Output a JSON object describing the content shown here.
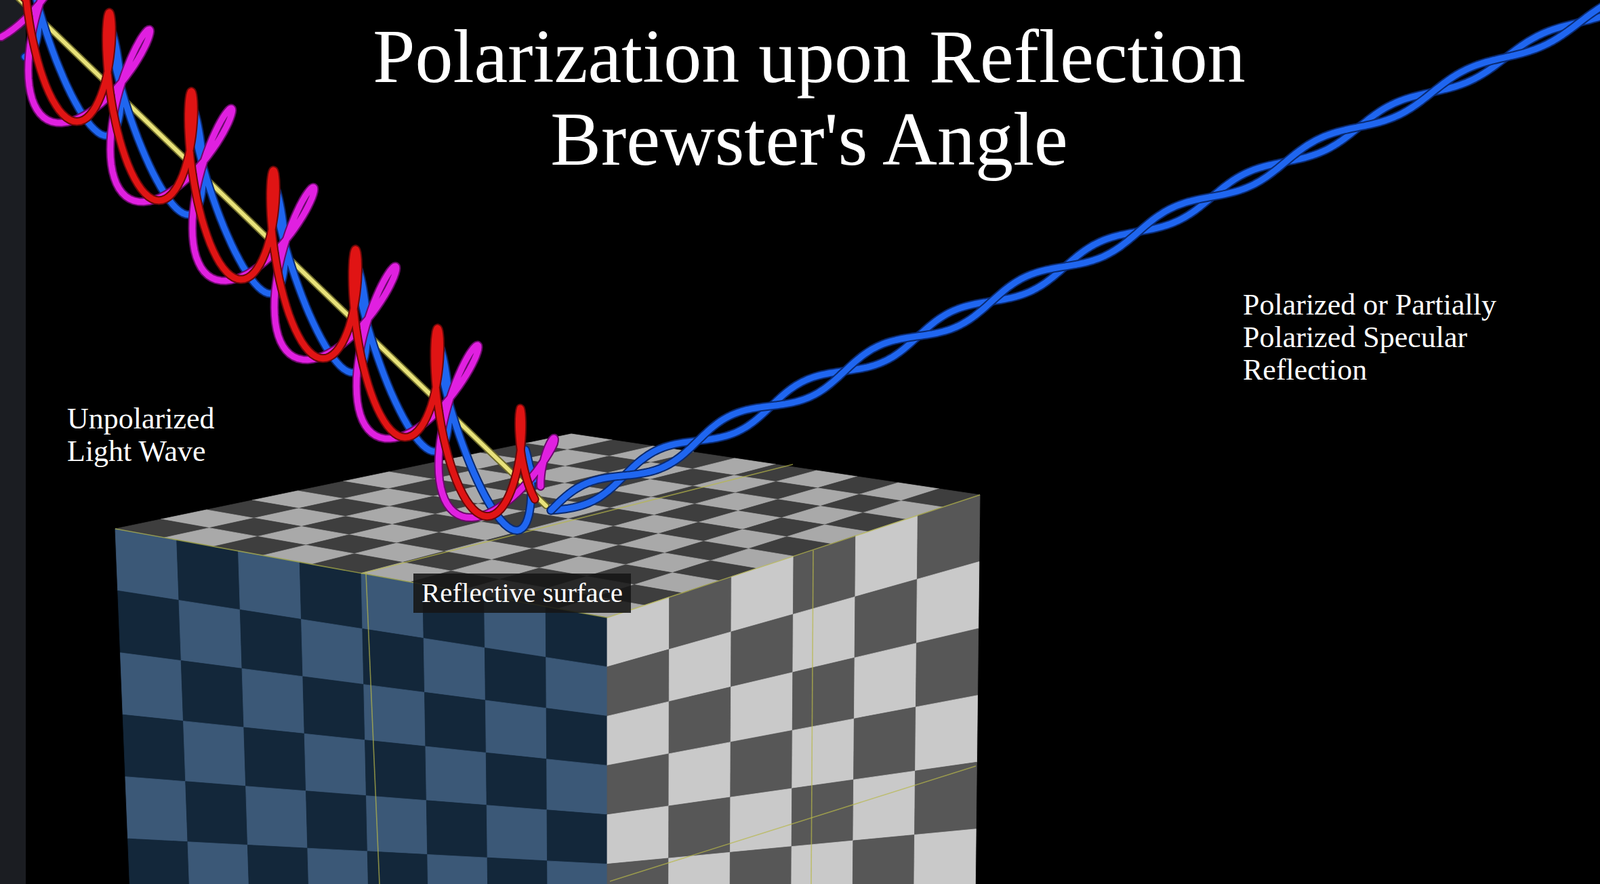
{
  "diagram": {
    "title": "Polarization upon Reflection Brewster's Angle",
    "nodes": [
      {
        "text": [
          "Reflective surface"
        ]
      }
    ],
    "labels": [
      "Unpolarized Light Wave",
      "Polarized or Partially Polarized Specular Reflection"
    ]
  }
}
